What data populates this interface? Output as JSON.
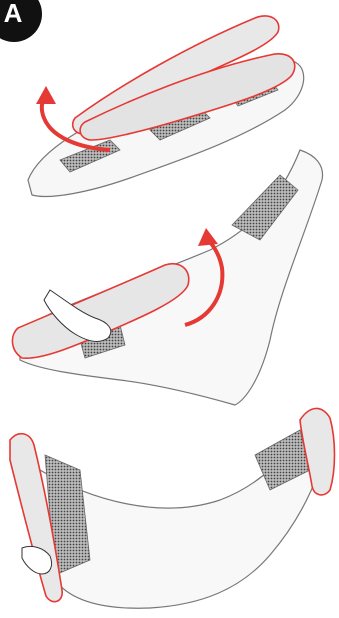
{
  "step_label": "A",
  "colors": {
    "accent_red": "#e53935",
    "outline": "#6f6f6f",
    "fill_light": "#f4f4f4",
    "mesh": "#8a8a8a"
  },
  "panels": [
    {
      "name": "rolled-jacket-panel",
      "icon": "fold-arrow-icon"
    },
    {
      "name": "rolling-sleeves-panel",
      "icon": "fold-arrow-icon"
    },
    {
      "name": "laid-out-jacket-panel",
      "icon": "sleeve-icon"
    }
  ]
}
